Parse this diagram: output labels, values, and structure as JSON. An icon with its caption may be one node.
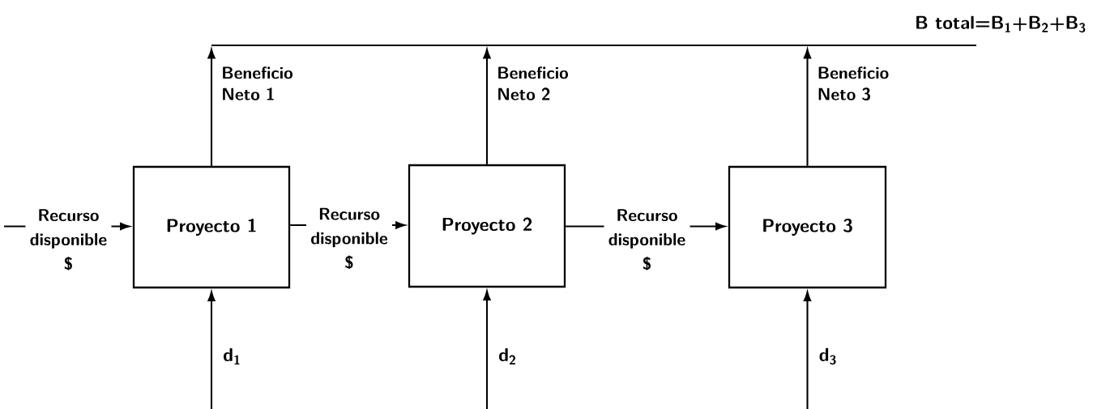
{
  "diagram": {
    "nodes": [
      {
        "text": [
          "Proyecto 1"
        ]
      },
      {
        "text": [
          "Proyecto 2"
        ]
      },
      {
        "text": [
          "Proyecto 3"
        ]
      }
    ],
    "edges": [
      {
        "from": null,
        "to": 0,
        "arrow": "to",
        "label": "Recurso disponible $"
      },
      {
        "from": 0,
        "to": 1,
        "arrow": "to",
        "label": "Recurso disponible $"
      },
      {
        "from": 1,
        "to": 2,
        "arrow": "to",
        "label": "Recurso disponible $"
      },
      {
        "from": null,
        "to": 0,
        "arrow": "to",
        "label": "d$_{1}$"
      },
      {
        "from": null,
        "to": 1,
        "arrow": "to",
        "label": "d$_{2}$"
      },
      {
        "from": null,
        "to": 2,
        "arrow": "to",
        "label": "d$_{3}$"
      },
      {
        "from": 0,
        "to": null,
        "arrow": "to",
        "label": "Beneficio Neto 1"
      },
      {
        "from": 1,
        "to": null,
        "arrow": "to",
        "label": "Beneficio Neto 2"
      },
      {
        "from": 2,
        "to": null,
        "arrow": "to",
        "label": "Beneficio Neto 3"
      }
    ],
    "labels": [
      "B total=B$_{1}$+B$_{2}$+B$_{3}$"
    ]
  }
}
